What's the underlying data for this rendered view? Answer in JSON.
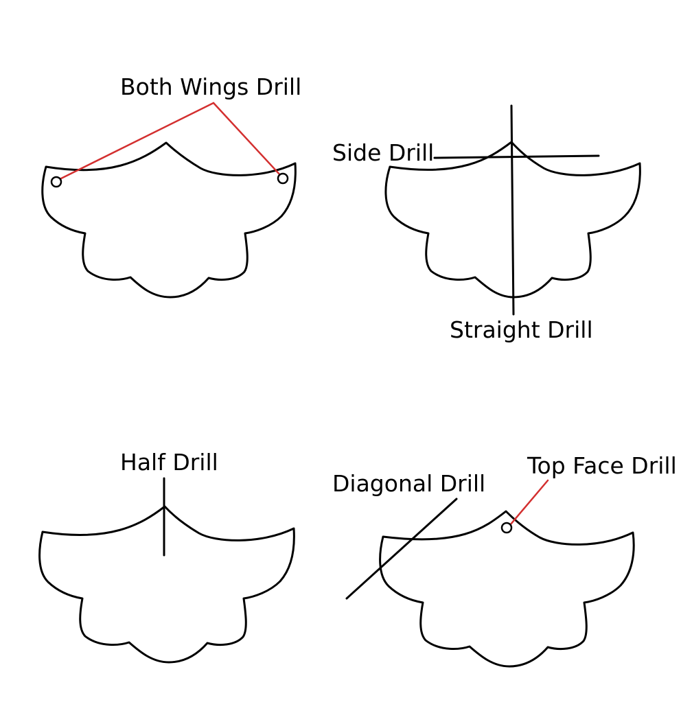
{
  "colors": {
    "outline": "#000000",
    "leader_red": "#d32f2f",
    "background": "#ffffff"
  },
  "labels": {
    "both_wings": "Both Wings Drill",
    "side": "Side Drill",
    "straight": "Straight Drill",
    "half": "Half Drill",
    "diagonal": "Diagonal Drill",
    "top_face": "Top Face Drill"
  }
}
